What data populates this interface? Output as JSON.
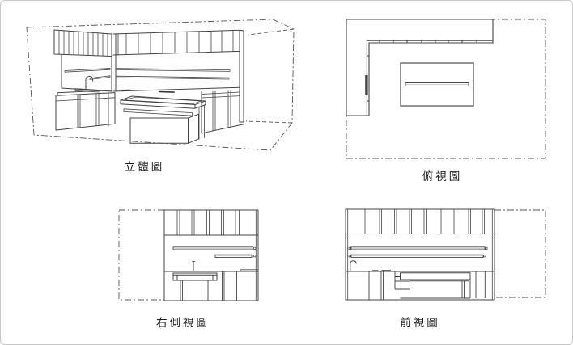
{
  "figure": {
    "background": "#ffffff",
    "frame_border_color": "#c8c8c8",
    "line_color": "#444444",
    "phantom_line_color": "#555555",
    "views": [
      {
        "id": "perspective",
        "label": "立體圖"
      },
      {
        "id": "top",
        "label": "俯視圖"
      },
      {
        "id": "right-side",
        "label": "右側視圖"
      },
      {
        "id": "front",
        "label": "前視圖"
      }
    ]
  }
}
